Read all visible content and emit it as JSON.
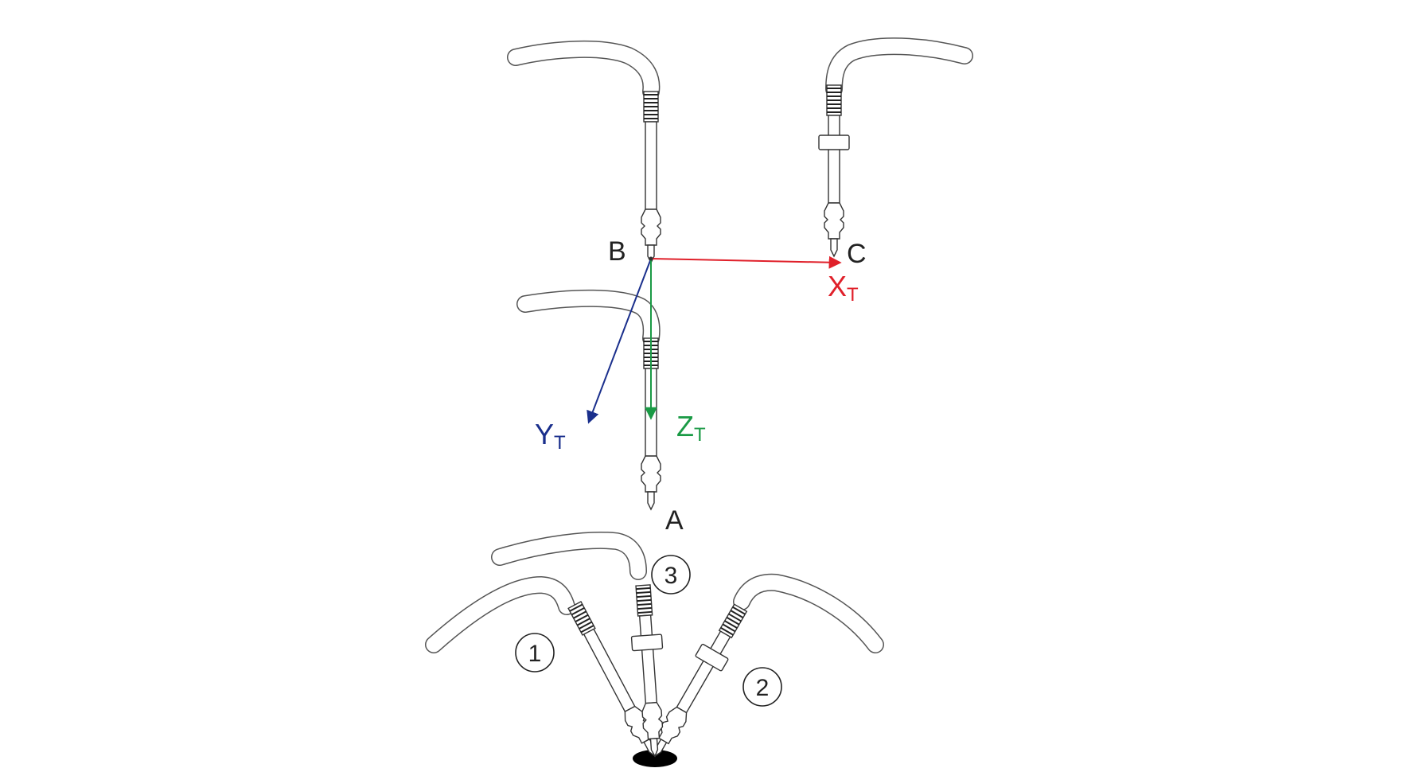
{
  "points": {
    "a": "A",
    "b": "B",
    "c": "C"
  },
  "axes": {
    "x": {
      "letter": "X",
      "subscript": "T",
      "color": "#e0202a"
    },
    "y": {
      "letter": "Y",
      "subscript": "T",
      "color": "#1a2f8c"
    },
    "z": {
      "letter": "Z",
      "subscript": "T",
      "color": "#1a9a45"
    }
  },
  "positions": {
    "one": "1",
    "two": "2",
    "three": "3"
  },
  "colors": {
    "outline": "#333333",
    "cable": "#555555",
    "target_spot": "#000000"
  }
}
